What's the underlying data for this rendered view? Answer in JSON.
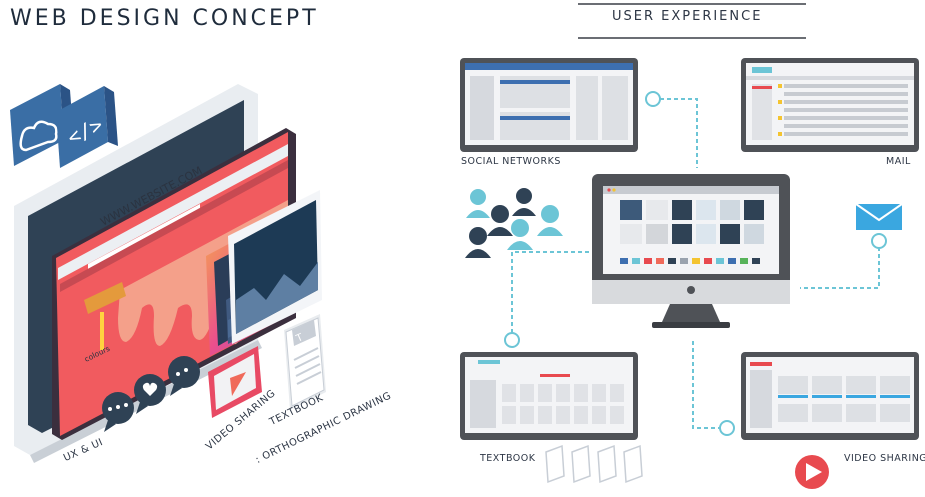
{
  "left": {
    "title": "WEB DESIGN CONCEPT",
    "url": "WWW.WEBSITE.COM",
    "colours": "colours",
    "labels": {
      "ux_ui": "UX & UI",
      "video_sharing": "VIDEO SHARING",
      "textbook": "TEXTBOOK",
      "orthographic": ": ORTHOGRAPHIC DRAWING"
    },
    "colors": {
      "screen": "#f15b5f",
      "dark": "#2f4255",
      "blue": "#3a6ea5"
    }
  },
  "right": {
    "title": "USER EXPERIENCE",
    "labels": {
      "social": "SOCIAL NETWORKS",
      "mail": "MAIL",
      "textbook": "TEXTBOOK",
      "video": "VIDEO SHARING"
    },
    "colors": {
      "device": "#4f5257",
      "accent_blue": "#3d6fb0",
      "connector": "#6cc5d6",
      "play": "#e84a4f"
    }
  }
}
